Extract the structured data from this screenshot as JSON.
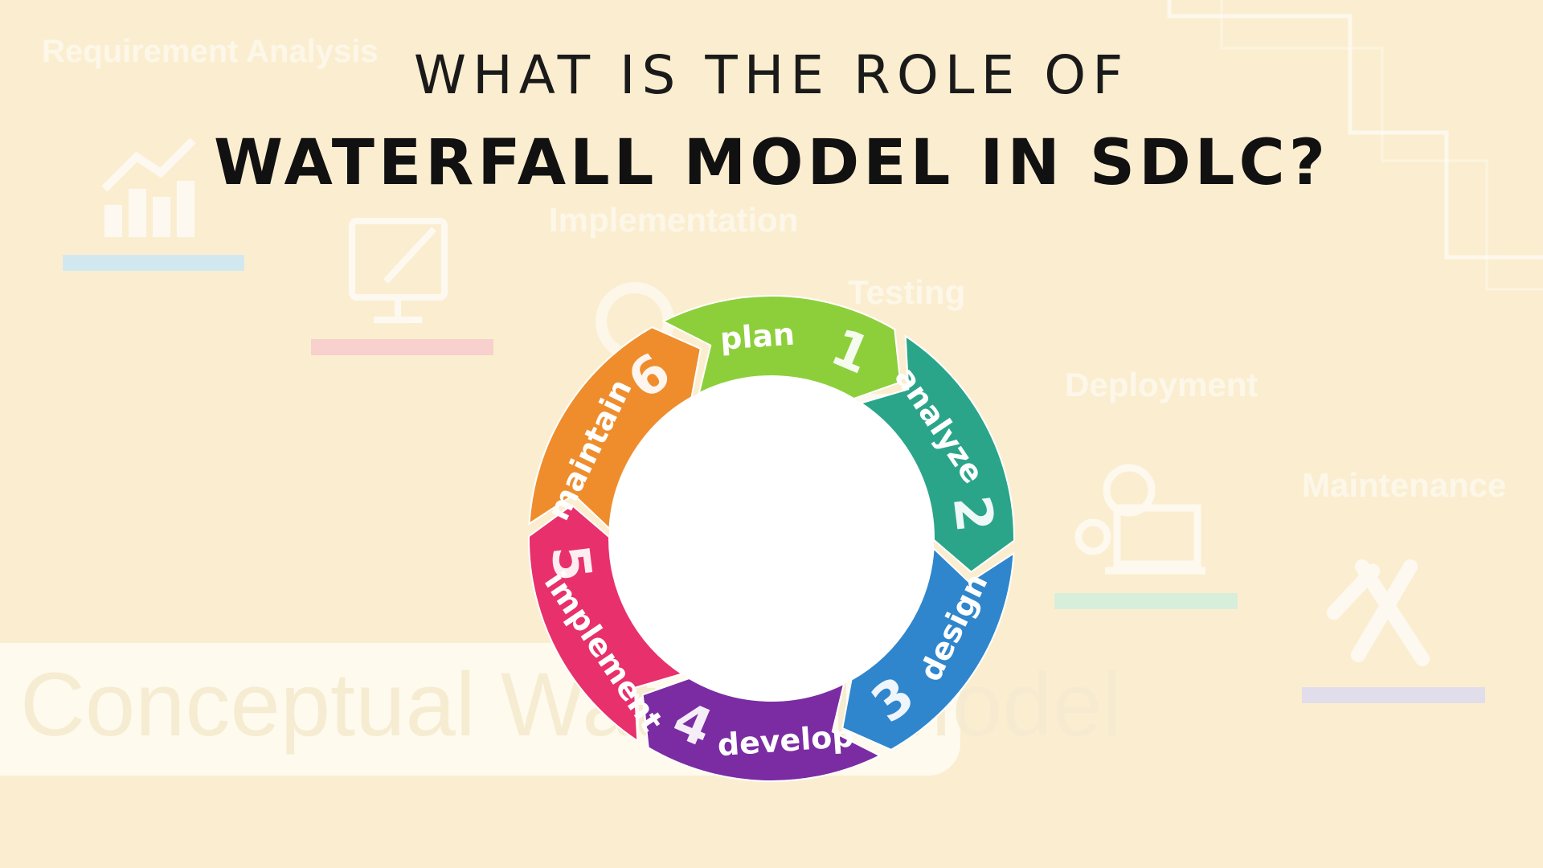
{
  "header": {
    "line1": "WHAT IS THE ROLE OF",
    "line2": "WATERFALL MODEL IN SDLC?"
  },
  "background": {
    "labels": {
      "requirement": "Requirement Analysis",
      "implementation": "Implementation",
      "testing": "Testing",
      "deployment": "Deployment",
      "maintenance": "Maintenance"
    },
    "conceptual_text": "Conceptual Waterfall Model",
    "icons": [
      "growth-chart-icon",
      "design-monitor-icon",
      "gear-icon",
      "document-icon",
      "gears-laptop-icon",
      "tools-icon"
    ]
  },
  "cycle": {
    "steps": [
      {
        "number": "1",
        "label": "plan",
        "color": "#8dcf3b"
      },
      {
        "number": "2",
        "label": "analyze",
        "color": "#2aa58a"
      },
      {
        "number": "3",
        "label": "design",
        "color": "#2f86cc"
      },
      {
        "number": "4",
        "label": "develop",
        "color": "#7b2ca3"
      },
      {
        "number": "5",
        "label": "implement",
        "color": "#e8306d"
      },
      {
        "number": "6",
        "label": "maintain",
        "color": "#ef8d2d"
      }
    ]
  }
}
